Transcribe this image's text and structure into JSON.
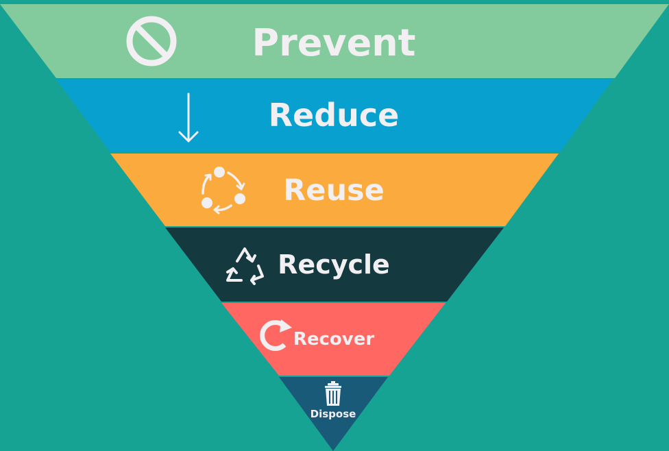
{
  "diagram": {
    "type": "inverted-pyramid",
    "background_color": "#17a394",
    "levels": [
      {
        "label": "Prevent",
        "icon": "prohibited-icon",
        "color": "#83cb9c"
      },
      {
        "label": "Reduce",
        "icon": "arrow-down-icon",
        "color": "#08a1cf"
      },
      {
        "label": "Reuse",
        "icon": "cycle-icon",
        "color": "#fbab3e"
      },
      {
        "label": "Recycle",
        "icon": "recycle-icon",
        "color": "#143a3f"
      },
      {
        "label": "Recover",
        "icon": "refresh-icon",
        "color": "#fe6762"
      },
      {
        "label": "Dispose",
        "icon": "trash-icon",
        "color": "#1a5a79"
      }
    ]
  }
}
